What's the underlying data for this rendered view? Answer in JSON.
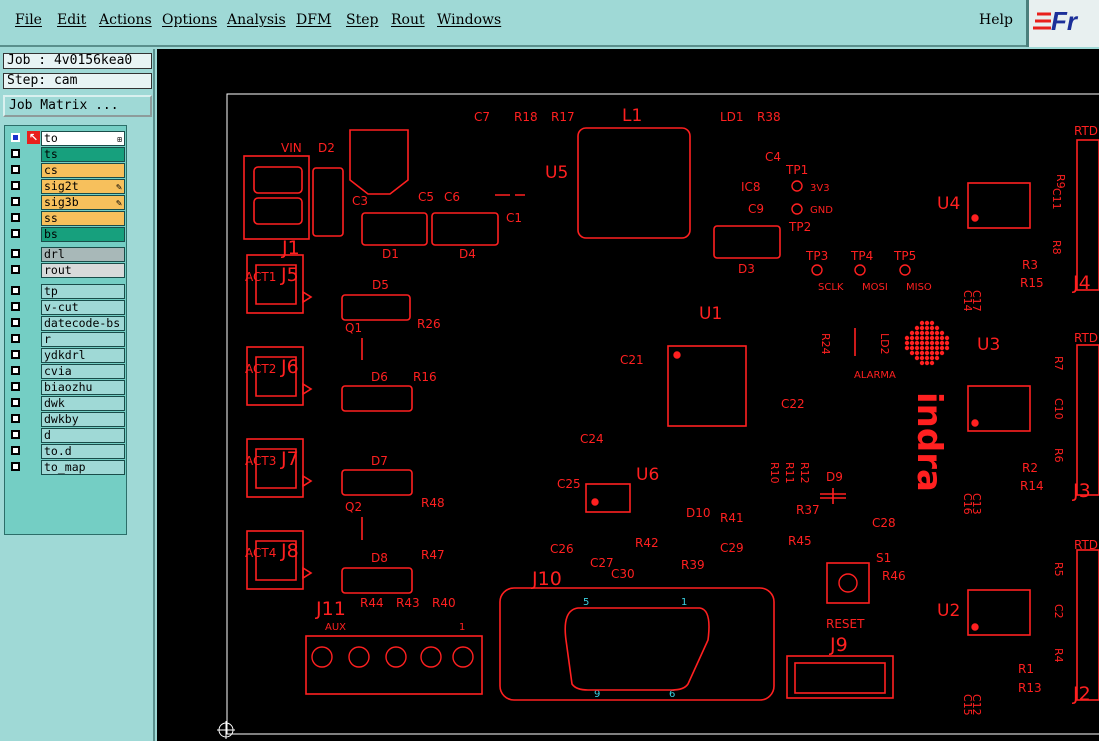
{
  "menu": {
    "file": "File",
    "edit": "Edit",
    "actions": "Actions",
    "options": "Options",
    "analysis": "Analysis",
    "dfm": "DFM",
    "step": "Step",
    "rout": "Rout",
    "windows": "Windows",
    "help": "Help"
  },
  "logo": {
    "text": "Fr"
  },
  "job_info": {
    "job": "Job : 4v0156kea0",
    "step": "Step: cam",
    "matrix_button": "Job Matrix ..."
  },
  "layers": [
    {
      "name": "to",
      "color": "#ffffff",
      "active": true
    },
    {
      "name": "ts",
      "color": "#17a07d"
    },
    {
      "name": "cs",
      "color": "#f7c05c"
    },
    {
      "name": "sig2t",
      "color": "#f7c05c",
      "flag": true
    },
    {
      "name": "sig3b",
      "color": "#f7c05c",
      "flag": true
    },
    {
      "name": "ss",
      "color": "#f7c05c"
    },
    {
      "name": "bs",
      "color": "#17a07d"
    },
    {
      "name": "drl",
      "color": "#a8b8b8"
    },
    {
      "name": "rout",
      "color": "#d8dada"
    },
    {
      "name": "tp",
      "color": "#9fd9d6"
    },
    {
      "name": "v-cut",
      "color": "#9fd9d6"
    },
    {
      "name": "datecode-bs",
      "color": "#9fd9d6"
    },
    {
      "name": "r",
      "color": "#9fd9d6"
    },
    {
      "name": "ydkdrl",
      "color": "#9fd9d6"
    },
    {
      "name": "cvia",
      "color": "#9fd9d6"
    },
    {
      "name": "biaozhu",
      "color": "#9fd9d6"
    },
    {
      "name": "dwk",
      "color": "#9fd9d6"
    },
    {
      "name": "dwkby",
      "color": "#9fd9d6"
    },
    {
      "name": "d",
      "color": "#9fd9d6"
    },
    {
      "name": "to.d",
      "color": "#9fd9d6"
    },
    {
      "name": "to_map",
      "color": "#9fd9d6"
    }
  ],
  "pcb": {
    "silk_color": "#ff2020",
    "pin_color": "#3ad0e0",
    "labels": {
      "c7": "C7",
      "r18": "R18",
      "r17": "R17",
      "l1": "L1",
      "ld1": "LD1",
      "r38": "R38",
      "vin": "VIN",
      "d2": "D2",
      "c4": "C4",
      "tp1": "TP1",
      "u5": "U5",
      "3v3": "3V3",
      "c8": "IC8",
      "gnd": "GND",
      "c9": "C9",
      "tp2": "TP2",
      "c3": "C3",
      "c5": "C5",
      "c6": "C6",
      "c1": "C1",
      "j1": "J1",
      "d1": "D1",
      "d4": "D4",
      "d3": "D3",
      "u4": "U4",
      "rtd": "RTD",
      "r9": "R9",
      "c11": "C11",
      "r8": "R8",
      "r3": "R3",
      "r15": "R15",
      "j4": "J4",
      "tp3": "TP3",
      "tp4": "TP4",
      "tp5": "TP5",
      "sclk": "SCLK",
      "mosi": "MOSI",
      "miso": "MISO",
      "act1": "ACT1",
      "j5": "J5",
      "d5": "D5",
      "c14": "C14",
      "c17": "C17",
      "q1": "Q1",
      "r26": "R26",
      "u1": "U1",
      "r24": "R24",
      "ld2": "LD2",
      "u3": "U3",
      "r7": "R7",
      "c10": "C10",
      "r6": "R6",
      "act2": "ACT2",
      "j6": "J6",
      "d6": "D6",
      "r16": "R16",
      "c21": "C21",
      "alarma": "ALARMA",
      "c22": "C22",
      "indra": "indra",
      "c24": "C24",
      "r10": "R10",
      "r11": "R11",
      "r12": "R12",
      "d9": "D9",
      "r2": "R2",
      "r14": "R14",
      "j3": "J3",
      "c16": "C16",
      "c13": "C13",
      "act3": "ACT3",
      "j7": "J7",
      "d7": "D7",
      "r48": "R48",
      "q2": "Q2",
      "c25": "C25",
      "u6": "U6",
      "d10": "D10",
      "r41": "R41",
      "r37": "R37",
      "c28": "C28",
      "r45": "R45",
      "c29": "C29",
      "r42": "R42",
      "c26": "C26",
      "c27": "C27",
      "c30": "C30",
      "r39": "R39",
      "s1": "S1",
      "r46": "R46",
      "r47": "R47",
      "act4": "ACT4",
      "j8": "J8",
      "d8": "D8",
      "r5": "R5",
      "c2": "C2",
      "r4": "R4",
      "u2": "U2",
      "j10": "J10",
      "j11": "J11",
      "r44": "R44",
      "r43": "R43",
      "r40": "R40",
      "aux": "AUX",
      "reset": "RESET",
      "j9": "J9",
      "r1": "R1",
      "r13": "R13",
      "j2": "J2",
      "c15": "C15",
      "c12": "C12",
      "pin5": "5",
      "pin1": "1",
      "pin9": "9",
      "pin6": "6",
      "aux1": "1"
    }
  }
}
